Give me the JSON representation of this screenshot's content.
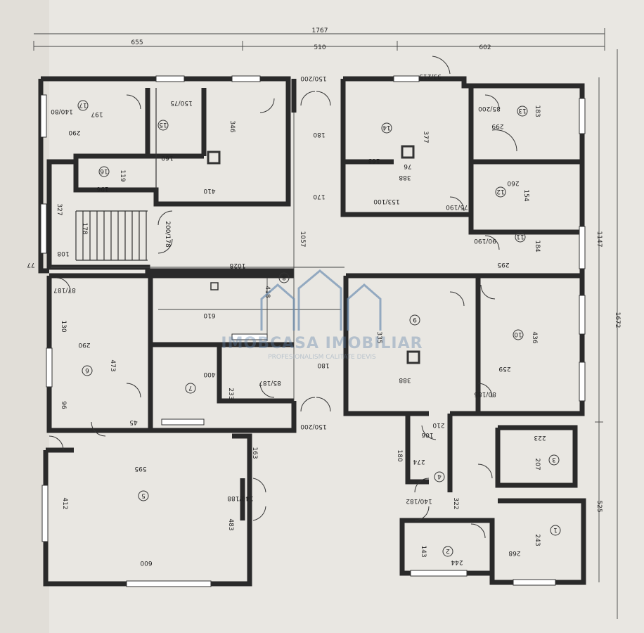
{
  "top_dims": {
    "total": "1767",
    "left": "655",
    "middle": "510",
    "right": "602"
  },
  "right_dims": {
    "total": "1672",
    "upper": "1147",
    "lower": "525"
  },
  "rooms": [
    {
      "num": "17"
    },
    {
      "num": "15"
    },
    {
      "num": "16"
    },
    {
      "num": "14"
    },
    {
      "num": "13"
    },
    {
      "num": "12"
    },
    {
      "num": "11"
    },
    {
      "num": "10"
    },
    {
      "num": "9"
    },
    {
      "num": "8"
    },
    {
      "num": "7"
    },
    {
      "num": "6"
    },
    {
      "num": "5"
    },
    {
      "num": "4"
    },
    {
      "num": "3"
    },
    {
      "num": "2"
    },
    {
      "num": "1"
    }
  ],
  "labels": {
    "d197a": "197",
    "d290a": "290",
    "d140_80": "140/80",
    "d160": "160",
    "d150_75": "150/75",
    "d346": "346",
    "d410": "410",
    "d196": "196",
    "d119": "119",
    "d377": "377",
    "d388a": "388",
    "d163": "163",
    "d76": "76",
    "d153_100": "153/100",
    "d299": "299",
    "d183": "183",
    "d260": "260",
    "d154": "154",
    "d184": "184",
    "d295": "295",
    "d1028": "1028",
    "d1057": "1057",
    "d610": "610",
    "d418": "418",
    "d436": "436",
    "d259": "259",
    "d335": "335",
    "d388b": "388",
    "d290b": "290",
    "d473": "473",
    "d400": "400",
    "d233": "233",
    "d595": "595",
    "d412": "412",
    "d600": "600",
    "d483": "483",
    "d274": "274",
    "d322": "322",
    "d223": "223",
    "d207": "207",
    "d268": "268",
    "d243": "243",
    "d244": "244",
    "d143": "143",
    "d180a": "180",
    "d170": "170",
    "d180b": "180",
    "d178": "178",
    "d327": "327",
    "d108": "108",
    "d150_200a": "150/200",
    "d150_200b": "150/200",
    "d140_188": "140/188",
    "d140_182": "140/182",
    "d163b": "163",
    "d180c": "180",
    "d77": "77",
    "d96": "96",
    "d130": "130",
    "d45": "45",
    "d93_215": "93/215",
    "d85_200": "85/200",
    "d90_190": "90/190",
    "d75_190": "75/190",
    "d85_187": "85/187",
    "d87_187": "87/187",
    "d80_185": "80/185",
    "d210": "210",
    "d106": "106",
    "d200_178": "200/178"
  },
  "watermark": {
    "text": "IMOBCASA IMOBILIAR",
    "sub": "PROFESIONALISM CALITATE DEVIS"
  }
}
